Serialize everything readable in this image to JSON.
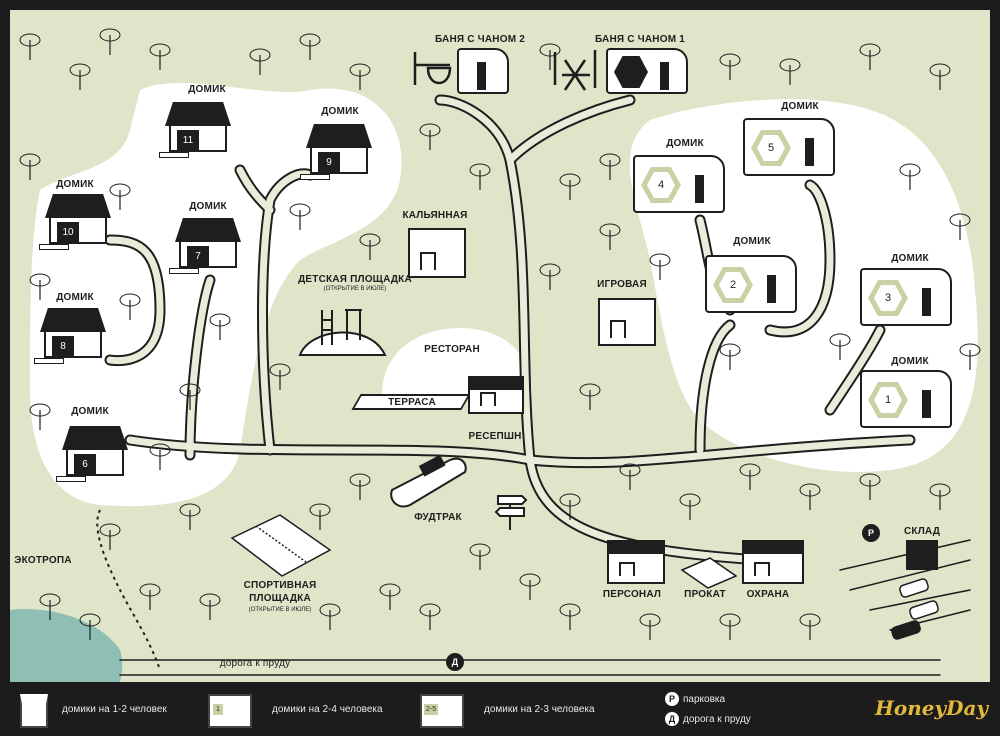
{
  "colors": {
    "grass": "#dfe5c8",
    "zone": "#ffffff",
    "road": "#1e1e1e",
    "water": "#8fbfb4",
    "hex": "#c9d2a4",
    "brand": "#e3b93a"
  },
  "houses_small": [
    {
      "label": "ДОМИК",
      "num": "11"
    },
    {
      "label": "ДОМИК",
      "num": "9"
    },
    {
      "label": "ДОМИК",
      "num": "10"
    },
    {
      "label": "ДОМИК",
      "num": "7"
    },
    {
      "label": "ДОМИК",
      "num": "8"
    },
    {
      "label": "ДОМИК",
      "num": "6"
    }
  ],
  "houses_hex": [
    {
      "label": "ДОМИК",
      "num": "5"
    },
    {
      "label": "ДОМИК",
      "num": "4"
    },
    {
      "label": "ДОМИК",
      "num": "2"
    },
    {
      "label": "ДОМИК",
      "num": "3"
    },
    {
      "label": "ДОМИК",
      "num": "1"
    }
  ],
  "places": {
    "banya2": "БАНЯ С ЧАНОМ 2",
    "banya1": "БАНЯ С ЧАНОМ 1",
    "hookah": "КАЛЬЯННАЯ",
    "playground": "ДЕТСКАЯ ПЛОЩАДКА",
    "playground_note": "(ОТКРЫТИЕ В ИЮЛЕ)",
    "gameroom": "ИГРОВАЯ",
    "restaurant": "РЕСТОРАН",
    "terrace": "ТЕРРАСА",
    "reception": "РЕСЕПШН",
    "foodtruck": "ФУДТРАК",
    "sports": "СПОРТИВНАЯ",
    "sports2": "ПЛОЩАДКА",
    "sports_note": "(ОТКРЫТИЕ В ИЮЛЕ)",
    "ecotrail": "ЭКОТРОПА",
    "staff": "ПЕРСОНАЛ",
    "rental": "ПРОКАТ",
    "security": "ОХРАНА",
    "storage": "СКЛАД",
    "parking_mark": "Р",
    "pond_road": "дорога к пруду",
    "pond_mark": "Д"
  },
  "legend": {
    "small": "домики на 1-2 человек",
    "hex": "домики на 2-4 человека",
    "hex_mark": "1",
    "hex2": "домики на 2-3 человека",
    "hex2_mark": "2-5",
    "parking_mark": "Р",
    "parking": "парковка",
    "pond_mark": "Д",
    "pond": "дорога к пруду",
    "brand": "HoneyDay"
  }
}
